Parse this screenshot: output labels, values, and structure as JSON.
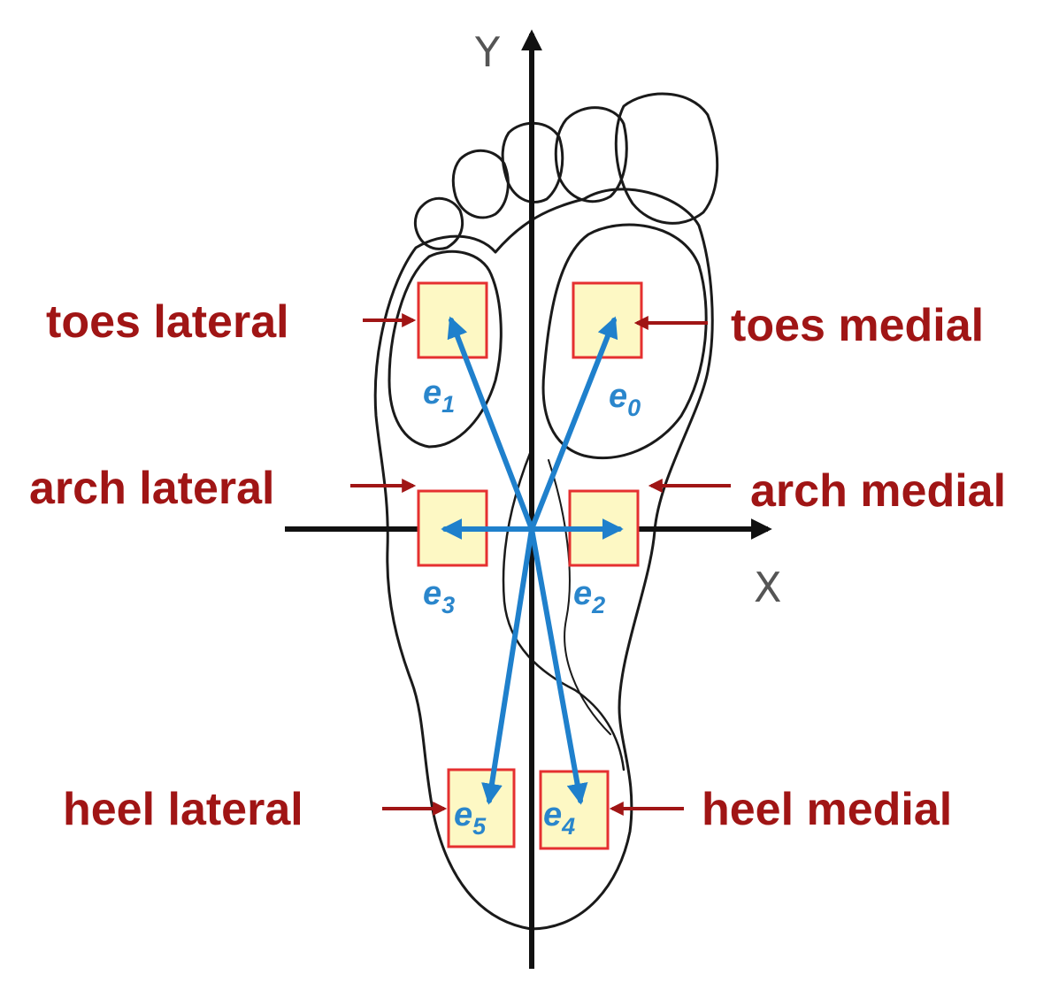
{
  "axes": {
    "x_label": "X",
    "y_label": "Y"
  },
  "colors": {
    "label": "#a01515",
    "arrow_label": "#a01515",
    "vector": "#1f80cc",
    "sensor_fill": "#fdf8c4",
    "sensor_border": "#e53030",
    "outline": "#1a1a1a",
    "axis": "#111111"
  },
  "regions": [
    {
      "label": "toes lateral"
    },
    {
      "label": "toes medial"
    },
    {
      "label": "arch lateral"
    },
    {
      "label": "arch medial"
    },
    {
      "label": "heel lateral"
    },
    {
      "label": "heel medial"
    }
  ],
  "vectors": [
    {
      "base": "e",
      "sub": "0"
    },
    {
      "base": "e",
      "sub": "1"
    },
    {
      "base": "e",
      "sub": "2"
    },
    {
      "base": "e",
      "sub": "3"
    },
    {
      "base": "e",
      "sub": "4"
    },
    {
      "base": "e",
      "sub": "5"
    }
  ]
}
